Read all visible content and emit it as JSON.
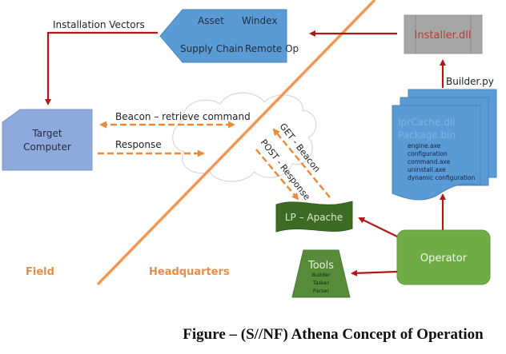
{
  "colors": {
    "red_arrow": "#b01818",
    "orange": "#ef8a3c",
    "blue_shape": "#5b9bd5",
    "target_blue": "#8ea9db",
    "gray_box": "#a6a6a6",
    "dark_green": "#3d6b23",
    "mid_green": "#578b3a",
    "light_green": "#6fac46",
    "installer_text": "#c0392b"
  },
  "nodes": {
    "vectors_box": {
      "items": [
        "Asset",
        "Windex",
        "Supply Chain",
        "Remote Op"
      ]
    },
    "installer": {
      "label": "Installer.dll"
    },
    "package_stack": {
      "header_lines": [
        "IprCache.dll",
        "Package.bin"
      ],
      "items": [
        "engine.axe",
        "configuration",
        "command.axe",
        "uninstall.axe",
        "dynamic configuration"
      ]
    },
    "target_computer": {
      "line1": "Target",
      "line2": "Computer"
    },
    "lp_apache": {
      "label": "LP – Apache"
    },
    "tools": {
      "title": "Tools",
      "items": [
        "Builder",
        "Tasker",
        "Parser"
      ]
    },
    "operator": {
      "label": "Operator"
    }
  },
  "edges": {
    "installation_vectors": "Installation Vectors",
    "builder_py": "Builder.py",
    "beacon_retrieve": "Beacon – retrieve command",
    "response": "Response",
    "get_beacon": "GET - Beacon",
    "post_response": "POST - Response"
  },
  "regions": {
    "field": "Field",
    "headquarters": "Headquarters"
  },
  "caption": "Figure  – (S//NF) Athena Concept of Operation"
}
